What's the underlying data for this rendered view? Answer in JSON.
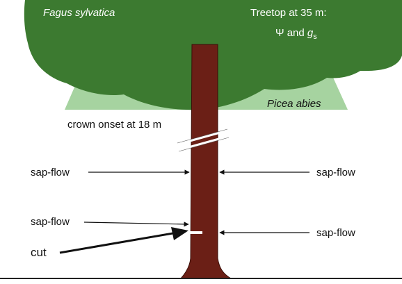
{
  "colors": {
    "beech_crown": "#3c7a30",
    "spruce_crown": "#a6d3a0",
    "trunk": "#6b1f16",
    "trunk_outline": "#3a0e08",
    "arrow": "#111111",
    "ground": "#222222",
    "cut_mark": "#ffffff"
  },
  "labels": {
    "beech_species": "Fagus sylvatica",
    "treetop_line1": "Treetop at 35 m:",
    "treetop_psi": "Ψ and ",
    "treetop_g": "g",
    "treetop_g_sub": "s",
    "spruce_species": "Picea abies",
    "crown_onset": "crown onset at 18 m",
    "sapflow_upper_left": "sap-flow",
    "sapflow_upper_right": "sap-flow",
    "sapflow_lower_left": "sap-flow",
    "sapflow_lower_right": "sap-flow",
    "cut": "cut"
  }
}
